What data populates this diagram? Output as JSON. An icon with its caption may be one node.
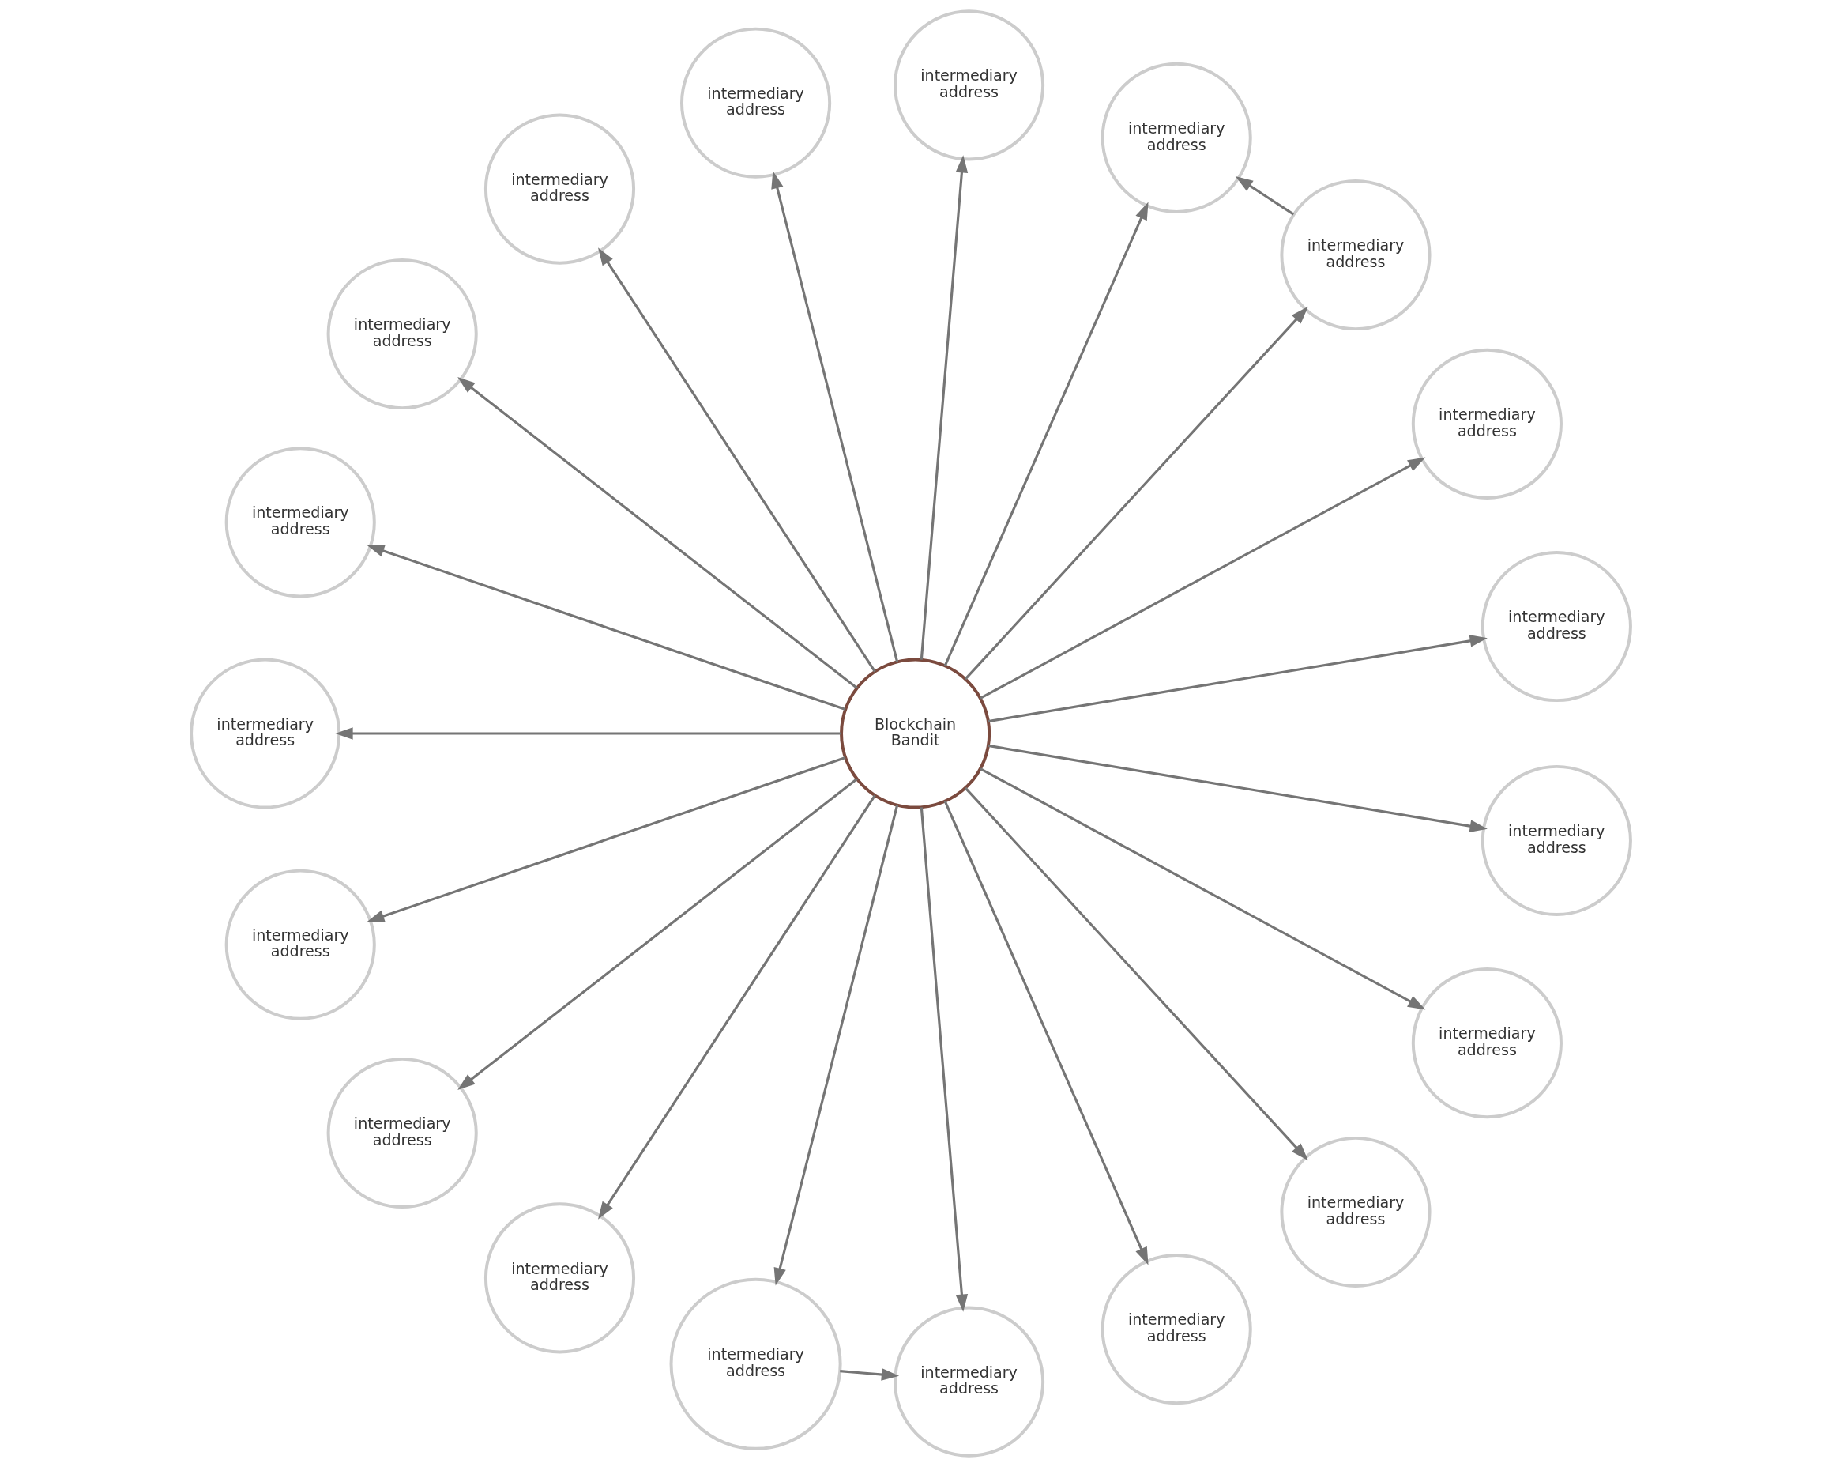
{
  "diagram": {
    "nodes": [
      {
        "text": [
          "Blockchain Bandit"
        ]
      },
      {
        "text": [
          "intermediary address"
        ]
      },
      {
        "text": [
          "intermediary address"
        ]
      },
      {
        "text": [
          "intermediary address"
        ]
      },
      {
        "text": [
          "intermediary address"
        ]
      },
      {
        "text": [
          "intermediary address"
        ]
      },
      {
        "text": [
          "intermediary address"
        ]
      },
      {
        "text": [
          "intermediary address"
        ]
      },
      {
        "text": [
          "intermediary address"
        ]
      },
      {
        "text": [
          "intermediary address"
        ]
      },
      {
        "text": [
          "intermediary address"
        ]
      },
      {
        "text": [
          "intermediary address"
        ]
      },
      {
        "text": [
          "intermediary address"
        ]
      },
      {
        "text": [
          "intermediary address"
        ]
      },
      {
        "text": [
          "intermediary address"
        ]
      },
      {
        "text": [
          "intermediary address"
        ]
      },
      {
        "text": [
          "intermediary address"
        ]
      },
      {
        "text": [
          "intermediary address"
        ]
      },
      {
        "text": [
          "intermediary address"
        ]
      },
      {
        "text": [
          "intermediary address"
        ]
      }
    ],
    "edges": [
      {
        "from": 0,
        "to": 1,
        "arrow": "to"
      },
      {
        "from": 0,
        "to": 3,
        "arrow": "to"
      },
      {
        "from": 0,
        "to": 4,
        "arrow": "to"
      },
      {
        "from": 0,
        "to": 6,
        "arrow": "to"
      },
      {
        "from": 0,
        "to": 7,
        "arrow": "to"
      },
      {
        "from": 0,
        "to": 9,
        "arrow": "to"
      },
      {
        "from": 0,
        "to": 11,
        "arrow": "to"
      },
      {
        "from": 0,
        "to": 13,
        "arrow": "to"
      },
      {
        "from": 0,
        "to": 14,
        "arrow": "to"
      },
      {
        "from": 0,
        "to": 17,
        "arrow": "to"
      },
      {
        "from": 0,
        "to": 19,
        "arrow": "to"
      },
      {
        "from": 0,
        "to": 18,
        "arrow": "to"
      },
      {
        "from": 0,
        "to": 16,
        "arrow": "to"
      },
      {
        "from": 0,
        "to": 15,
        "arrow": "to"
      },
      {
        "from": 0,
        "to": 12,
        "arrow": "to"
      },
      {
        "from": 0,
        "to": 10,
        "arrow": "to"
      },
      {
        "from": 0,
        "to": 8,
        "arrow": "to"
      },
      {
        "from": 0,
        "to": 5,
        "arrow": "to"
      },
      {
        "from": 0,
        "to": 2,
        "arrow": "to"
      },
      {
        "from": 4,
        "to": 6,
        "arrow": "to"
      },
      {
        "from": 15,
        "to": 12,
        "arrow": "to"
      }
    ]
  }
}
